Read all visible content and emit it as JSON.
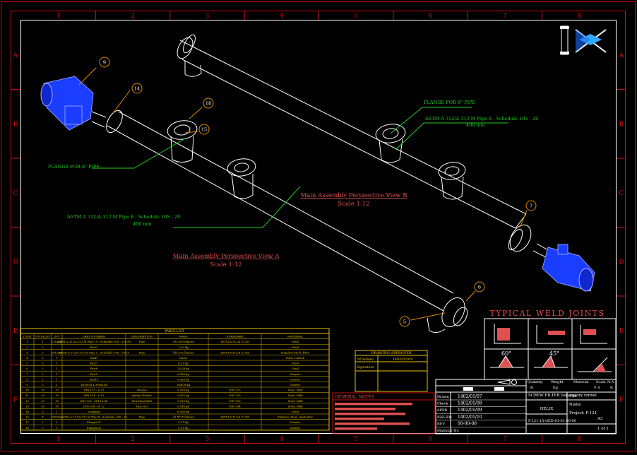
{
  "colors": {
    "background": "#000000",
    "frame": "#cc1111",
    "linework": "#ffffff",
    "table": "#e6c200",
    "title": "#e05050",
    "leader": "#22cc22",
    "motor": "#1a3dff",
    "orange": "#e08a00"
  },
  "border": {
    "columns": [
      "1",
      "2",
      "3",
      "4",
      "5",
      "6",
      "7",
      "8"
    ],
    "rows": [
      "A",
      "B",
      "C",
      "D",
      "E",
      "F"
    ]
  },
  "views": {
    "view_a": {
      "title": "Main Assembly Perspective View A",
      "scale": "Scale 1:12"
    },
    "view_b": {
      "title": "Main Assembly Perspective View B",
      "scale": "Scale 1:12"
    }
  },
  "callouts": {
    "flange_left": "FLANGE FOR 8\" PIPE",
    "flange_right": "FLANGE FOR 8\" PIPE",
    "pipe_left_1": "ASTM A 312/A 312 M Pipe 8 - Schedule 10S - 20",
    "pipe_left_2": "400 mm",
    "pipe_right_1": "ASTM A 312/A 312 M Pipe 8 - Schedule 10S - 20",
    "pipe_right_2": "400 mm"
  },
  "balloons": [
    "9",
    "14",
    "18",
    "15",
    "7",
    "6",
    "5"
  ],
  "weld_joints": {
    "title": "TYPICAL WELD JOINTS",
    "angle1": "60°",
    "angle2": "45°"
  },
  "parts_list": {
    "title": "PARTS LIST",
    "headers": [
      "ITEM",
      "TOTALQTY",
      "QTY",
      "PART NUMBER",
      "DESCRIPTION",
      "MASS",
      "STANDARD",
      "MATERIAL"
    ],
    "rows": [
      [
        "1",
        "1",
        "128 mm",
        "ASTM A 312/A 312 M Pipe 10 - Schedule 10S - 128,85",
        "Pipe",
        "295,365 lbmass",
        "ASTM A 312/A 312M",
        "Steel"
      ],
      [
        "2",
        "2",
        "",
        "Part2",
        "",
        "1,82 kg",
        "",
        "Steel"
      ],
      [
        "3",
        "2",
        "254 mm",
        "ASTM A 312/A 312 M Pipe 3 - Schedule 10S - 194,3",
        "Pipe",
        "144,202 lbmass",
        "ASTM A 312/A 312M",
        "Stainless Steel, 440C"
      ],
      [
        "4",
        "2",
        "1",
        "Shaft",
        "",
        "Varies",
        "",
        "Steel, Carbon"
      ],
      [
        "5",
        "2",
        "1",
        "Part7",
        "",
        "4,31 kg",
        "",
        "Steel"
      ],
      [
        "6",
        "2",
        "1",
        "Part8",
        "",
        "25,28 kg",
        "",
        "Steel"
      ],
      [
        "7",
        "2",
        "1",
        "Part9",
        "",
        "0,420 kg",
        "",
        "Generic"
      ],
      [
        "8",
        "2",
        "1",
        "Part10",
        "",
        "0,420 kg",
        "",
        "Generic"
      ],
      [
        "9",
        "2",
        "1",
        "400/600 x 390x184",
        "",
        "2840,8 kg",
        "",
        "Generic"
      ],
      [
        "10",
        "20",
        "10",
        "DIN 125 - A 13",
        "Washer",
        "0,010 kg",
        "DIN 125",
        "Steel, Mild"
      ],
      [
        "11",
        "20",
        "10",
        "DIN 128 - A 12",
        "Spring Washer",
        "0,002 kg",
        "DIN 128",
        "Steel, Mild"
      ],
      [
        "12",
        "20",
        "10",
        "DIN 933 - M 12 x 40",
        "Hex Head Bolt",
        "0,053 kg",
        "DIN 933",
        "Steel, Mild"
      ],
      [
        "13",
        "20",
        "10",
        "DIN 934 - M 12",
        "Hex Nut",
        "0,016 kg",
        "DIN 934",
        "Steel, Mild"
      ],
      [
        "14",
        "2",
        "1",
        "coupling",
        "",
        "6,926 kg",
        "",
        "Steel"
      ],
      [
        "15",
        "8",
        "500mm",
        "ASTM A 312/A 312 M Pipe 8 - Schedule 10S - 20",
        "Pipe",
        "14,8075 lbmass",
        "ASTM A 312/A 312M",
        "Stainless Steel, Austenitic"
      ],
      [
        "17",
        "2",
        "1",
        "Flangeo01",
        "",
        "0,51 kg",
        "",
        "Generic"
      ],
      [
        "18",
        "2",
        "1",
        "Flangeo02",
        "",
        "0,51 kg",
        "",
        "Generic"
      ]
    ]
  },
  "drawing_approver": {
    "title": "DRAWING APPROVER",
    "name": "M.Sehati",
    "date": "1402/02/08",
    "signature_label": "Signature"
  },
  "general_notes": {
    "title": "GENERAL NOTES"
  },
  "title_block": {
    "dates": [
      {
        "label": "Drawn",
        "value": "1402/01/07"
      },
      {
        "label": "Check",
        "value": "1402/01/08"
      },
      {
        "label": "APPR",
        "value": "1402/01/09"
      },
      {
        "label": "ISSUED",
        "value": "1402/01/10"
      },
      {
        "label": "REV",
        "value": "00-00-00"
      },
      {
        "label": "Material No",
        "value": ""
      }
    ],
    "product": "SCREW FILTER Separatory funnel",
    "company": "HELIX",
    "drawing_no": "P-121-15-GED-01-01-00-00",
    "file_label": "File",
    "name_label": "Name",
    "project_label": "Project: P-121",
    "size": "A3",
    "sheet": "1 of 1",
    "quantity_label": "Quantity",
    "quantity": "01",
    "weight_label": "Weight",
    "weight_unit": "Kg",
    "material_label": "Material",
    "scale_label": "Scale",
    "scale_value": "N.A",
    "rev_letters": "P A",
    "rev_mark": "R"
  }
}
